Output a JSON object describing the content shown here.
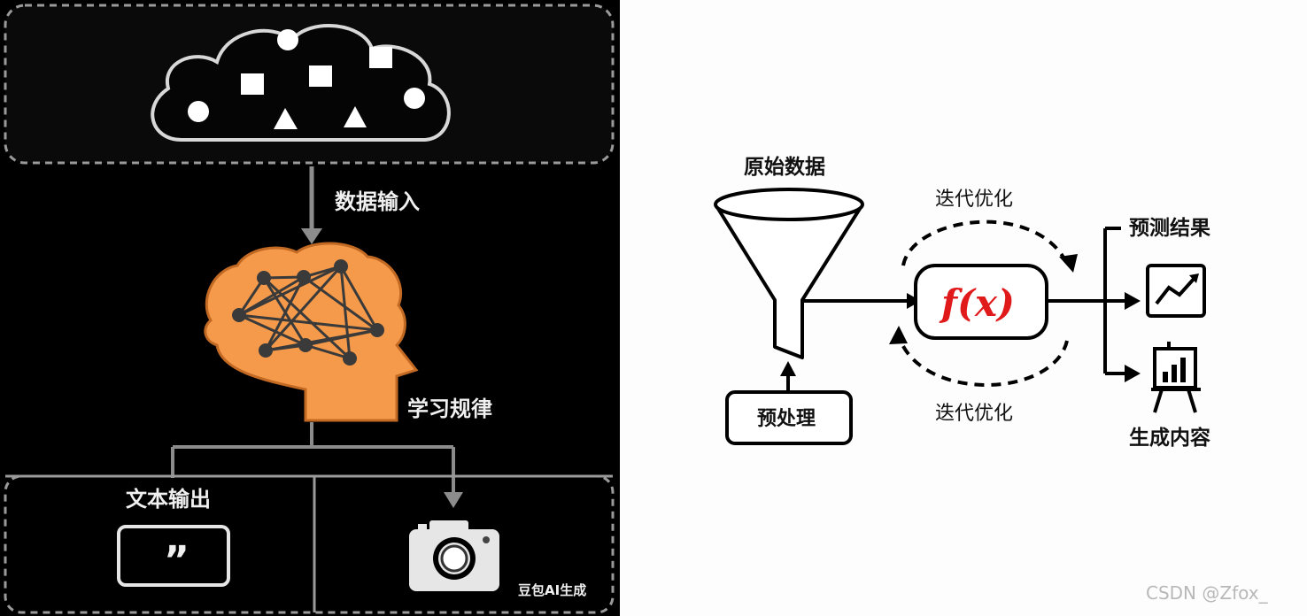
{
  "left_diagram": {
    "data_input_label": "数据输入",
    "learn_label": "学习规律",
    "text_output_label": "文本输出",
    "quote_glyph": "”",
    "badge": "豆包AI生成"
  },
  "right_diagram": {
    "raw_data_label": "原始数据",
    "preprocess_label": "预处理",
    "iterate_top_label": "迭代优化",
    "iterate_bottom_label": "迭代优化",
    "function_label": "f(x)",
    "predict_label": "预测结果",
    "generate_label": "生成内容"
  },
  "watermark": "CSDN @Zfox_",
  "colors": {
    "brain_orange": "#f59a4a",
    "function_red": "#e0191b"
  }
}
